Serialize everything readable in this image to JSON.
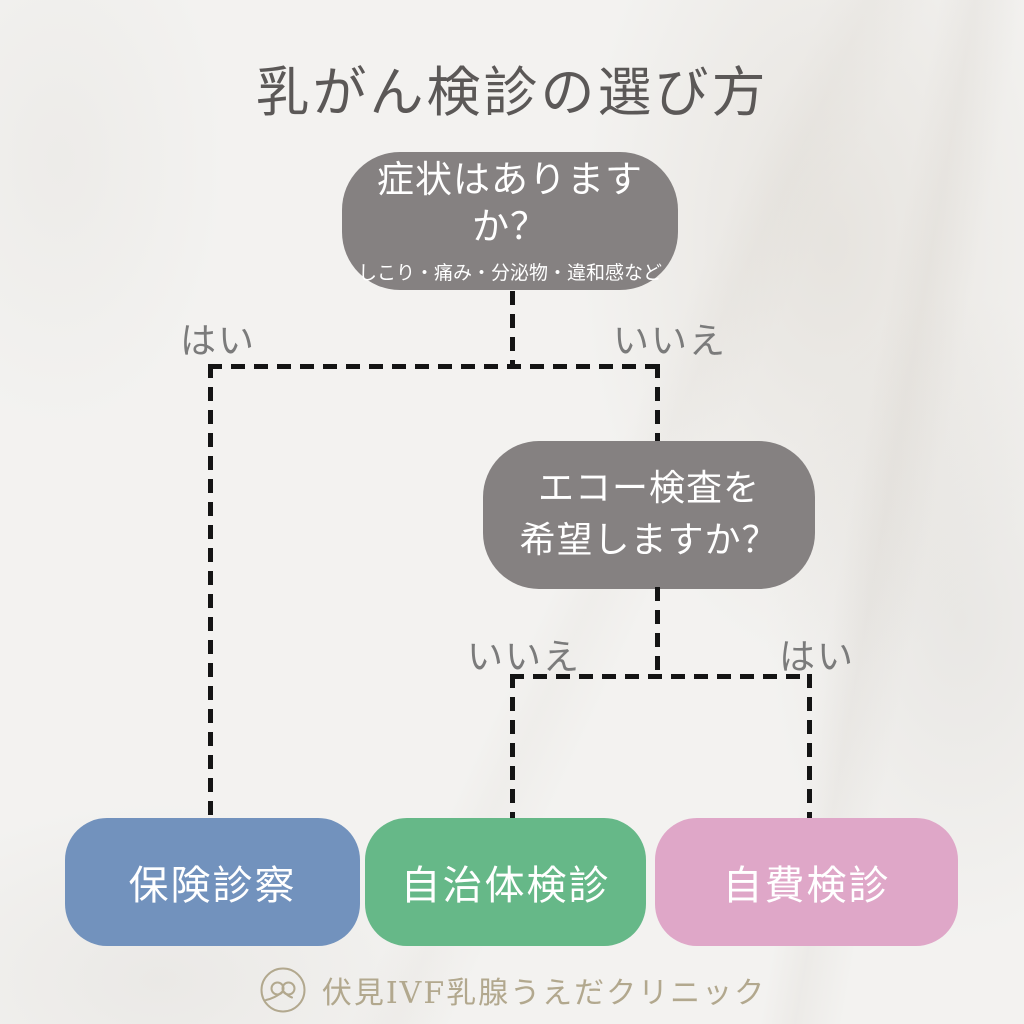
{
  "title": "乳がん検診の選び方",
  "flowchart": {
    "question1": {
      "text": "症状はありますか？",
      "subtext": "しこり・痛み・分泌物・違和感など"
    },
    "branch1": {
      "left_label": "はい",
      "right_label": "いいえ"
    },
    "question2": {
      "line1": "エコー検査を",
      "line2": "希望しますか？"
    },
    "branch2": {
      "left_label": "いいえ",
      "right_label": "はい"
    },
    "outcomes": [
      {
        "label": "保険診察",
        "color": "#7292bd"
      },
      {
        "label": "自治体検診",
        "color": "#66b888"
      },
      {
        "label": "自費検診",
        "color": "#dfa7c8"
      }
    ],
    "question_box_color": "#858181",
    "connector_color": "#141414",
    "branch_label_color": "#7b7b7b"
  },
  "footer": {
    "clinic_name": "伏見IVF乳腺うえだクリニック",
    "logo_icon": "ribbon-logo-icon",
    "color": "#b2a88e"
  },
  "background_color": "#f3f2f0",
  "title_color": "#5b5857"
}
